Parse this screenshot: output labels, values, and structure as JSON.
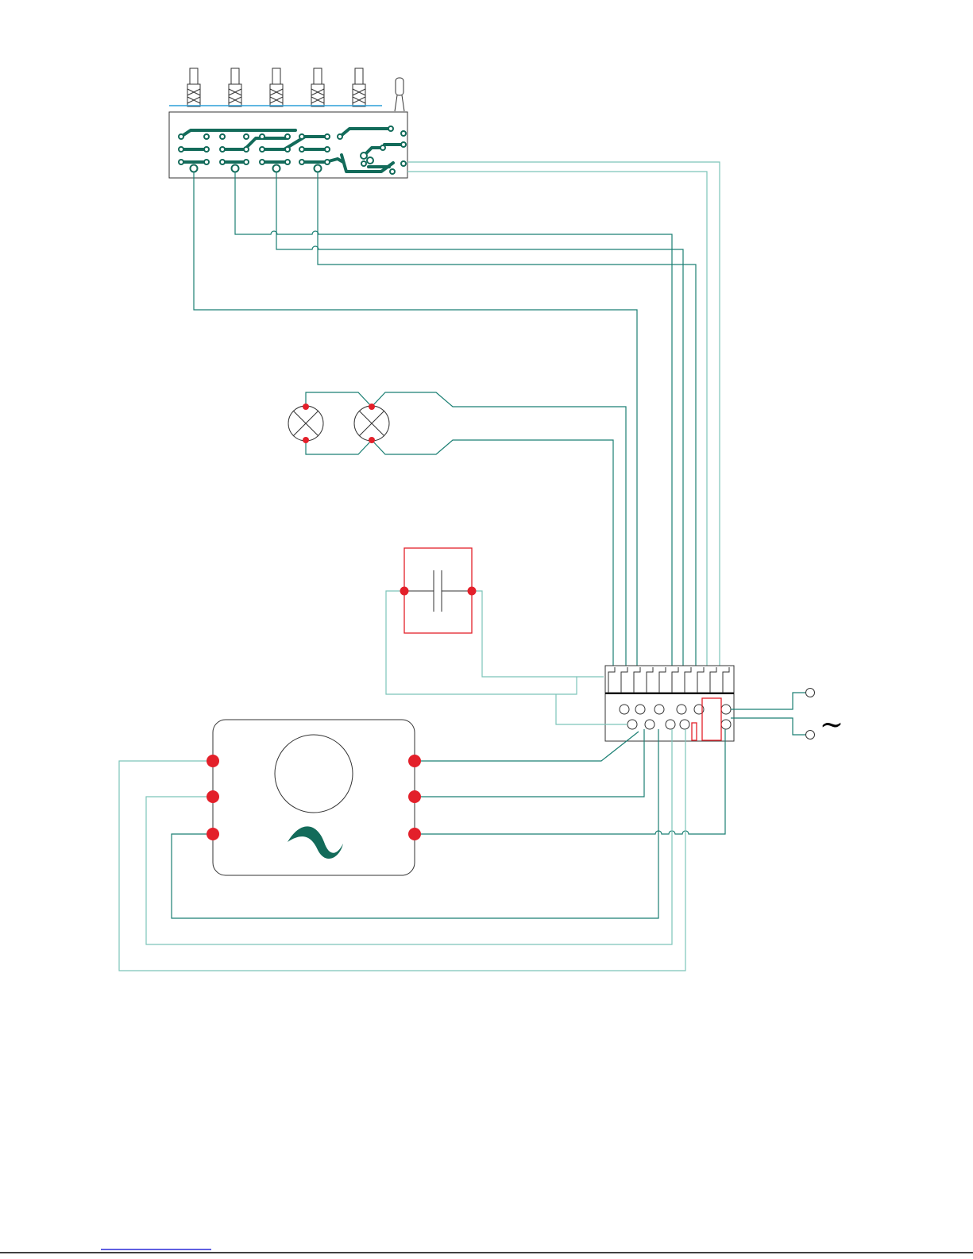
{
  "diagram": {
    "colors": {
      "wire": "#1b7f73",
      "wire_light": "#7cc4b9",
      "pcb_trace": "#136b5a",
      "terminal_red": "#e3202a",
      "outline": "#333333"
    },
    "components": [
      {
        "id": "switch-board",
        "kind": "pcb push-button switch block",
        "buttons": 5
      },
      {
        "id": "indicator-lamps",
        "kind": "lamp",
        "count": 2
      },
      {
        "id": "capacitor",
        "kind": "capacitor"
      },
      {
        "id": "motor",
        "kind": "ac motor",
        "terminals": 6
      },
      {
        "id": "terminal-block",
        "kind": "connector block"
      },
      {
        "id": "ac-supply",
        "kind": "ac mains input",
        "symbol": "~"
      }
    ],
    "symbols": {
      "mains": "~"
    }
  }
}
